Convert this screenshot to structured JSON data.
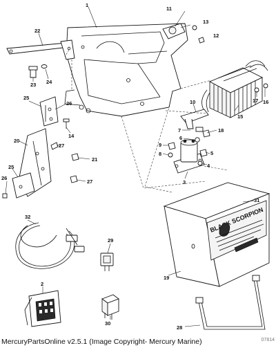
{
  "callouts": [
    "1",
    "2",
    "3",
    "4",
    "5",
    "6",
    "7",
    "8",
    "9",
    "10",
    "11",
    "12",
    "13",
    "14",
    "15",
    "16",
    "17",
    "18",
    "19",
    "20",
    "21",
    "22",
    "23",
    "24",
    "25",
    "25",
    "26",
    "26",
    "27",
    "27",
    "28",
    "29",
    "30",
    "31",
    "32"
  ],
  "cover_branding": "BLACK SCORPION",
  "footer": {
    "caption": "MercuryPartsOnline v2.5.1 (Image Copyright- Mercury Marine)",
    "figure_id": "07814"
  }
}
